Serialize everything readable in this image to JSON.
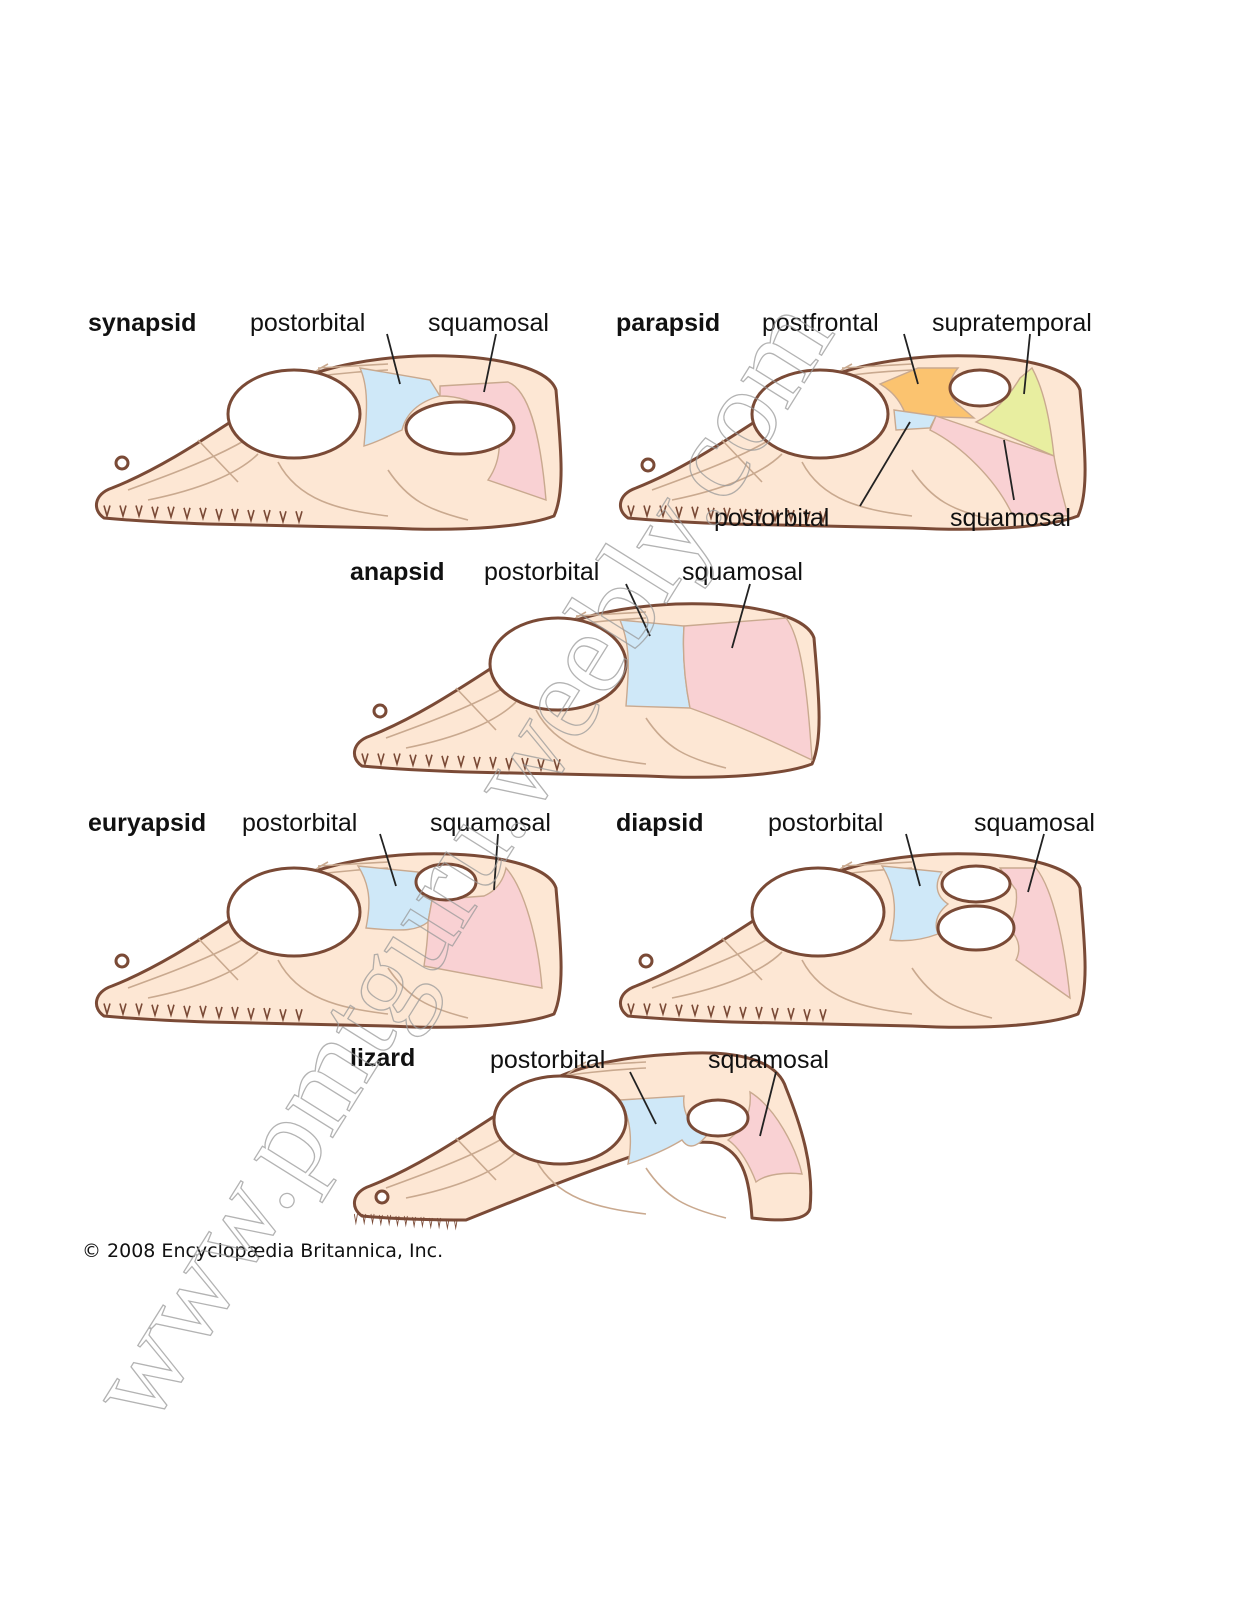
{
  "colors": {
    "skull_fill": "#fde7d4",
    "outline": "#7a4a36",
    "postorbital": "#cfe8f8",
    "squamosal": "#f9d1d3",
    "postfrontal": "#fbc36f",
    "supratemporal": "#e8eea0"
  },
  "diagrams": {
    "synapsid": {
      "title": "synapsid",
      "label_a": "postorbital",
      "label_b": "squamosal"
    },
    "parapsid": {
      "title": "parapsid",
      "label_a": "postfrontal",
      "label_b": "supratemporal",
      "label_c": "postorbital",
      "label_d": "squamosal"
    },
    "anapsid": {
      "title": "anapsid",
      "label_a": "postorbital",
      "label_b": "squamosal"
    },
    "euryapsid": {
      "title": "euryapsid",
      "label_a": "postorbital",
      "label_b": "squamosal"
    },
    "diapsid": {
      "title": "diapsid",
      "label_a": "postorbital",
      "label_b": "squamosal"
    },
    "lizard": {
      "title": "lizard",
      "label_a": "postorbital",
      "label_b": "squamosal"
    }
  },
  "copyright": "© 2008 Encyclopædia Britannica, Inc.",
  "watermark": "www.pmtguru.weebly.com"
}
